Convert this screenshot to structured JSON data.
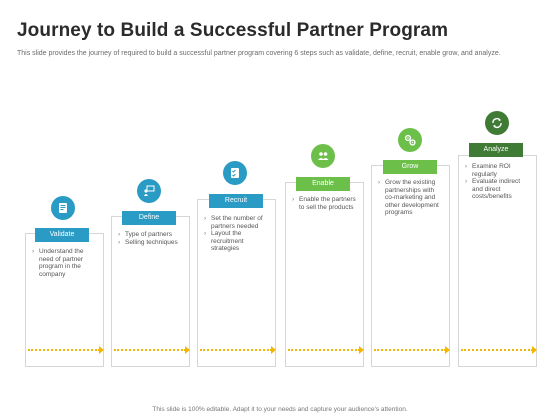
{
  "slide": {
    "title": "Journey to Build a Successful Partner Program",
    "subtitle": "This slide provides  the journey of required  to build a successful partner program  covering  6 steps such as validate,  define,  recruit,  enable grow,  and analyze.",
    "footer": "This slide is 100% editable. Adapt it to your needs and capture your audience's attention."
  },
  "steps": [
    {
      "label": "Validate",
      "icon": "document-icon",
      "color": "#2a9bc4",
      "bullets": [
        "Understand the need of partner program in the company"
      ]
    },
    {
      "label": "Define",
      "icon": "presenter-icon",
      "color": "#2a9bc4",
      "bullets": [
        "Type of partners",
        "Selling techniques"
      ]
    },
    {
      "label": "Recruit",
      "icon": "checklist-icon",
      "color": "#2a9bc4",
      "bullets": [
        "Set the number of partners needed",
        "Layout the recruitment strategies"
      ]
    },
    {
      "label": "Enable",
      "icon": "people-icon",
      "color": "#6cc04a",
      "bullets": [
        "Enable the partners to sell the products"
      ]
    },
    {
      "label": "Grow",
      "icon": "gears-icon",
      "color": "#6cc04a",
      "bullets": [
        "Grow the existing partnerships with co-marketing and other development programs"
      ]
    },
    {
      "label": "Analyze",
      "icon": "cycle-icon",
      "color": "#3f7b35",
      "bullets": [
        "Examine ROI regularly",
        "Evaluate indirect and direct costs/benefits"
      ]
    }
  ]
}
